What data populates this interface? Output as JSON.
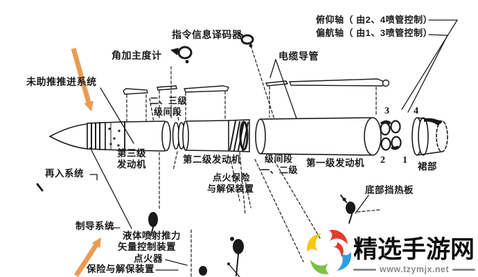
{
  "colors": {
    "ink": "#1a1a1a",
    "arrow_orange": "#EC9B52",
    "wm_red": "#E53B2C",
    "wm_blue": "#2E9FE6",
    "wm_green": "#7DC242",
    "wm_yellow": "#F6C517",
    "wm_gray": "#8b8b8b"
  },
  "labels": {
    "decoder": "指令信息译码器",
    "accelerometer": "角加主度计",
    "pitch_axis": "俯仰轴（ 由2、4喷管控制）",
    "yaw_axis": "偏航轴（ 由1、3喷管控制）",
    "cable_conduit": "电缆导管",
    "unboosted_propulsion": "未助推推进系统",
    "interstage_2_3_line1": "二、三级",
    "interstage_2_3_line2": "级间段",
    "third_stage_line1": "第三级",
    "third_stage_line2": "发动机",
    "reentry_system": "再入系统",
    "second_stage_engine": "第二级发动机",
    "interstage_1_2_line1": "级间段",
    "interstage_1_2_line2": "一、二级",
    "first_stage_engine": "第一级发动机",
    "skirt": "裙部",
    "ignition_sa_line1": "点火保险",
    "ignition_sa_line2": "与解保装置",
    "bottom_heat_shield": "底部挡热板",
    "guidance_system": "制导系统",
    "litvc_line1": "液体喷射推力",
    "litvc_line2": "矢量控制装置",
    "igniter": "点火器",
    "safety_arming": "保险与解保装置"
  },
  "nozzle_numbers": {
    "n1": "1",
    "n2": "2",
    "n3": "3",
    "n4": "4"
  },
  "watermark": {
    "site_name": "精选手游网",
    "site_url": "www.tzymjx.net"
  }
}
